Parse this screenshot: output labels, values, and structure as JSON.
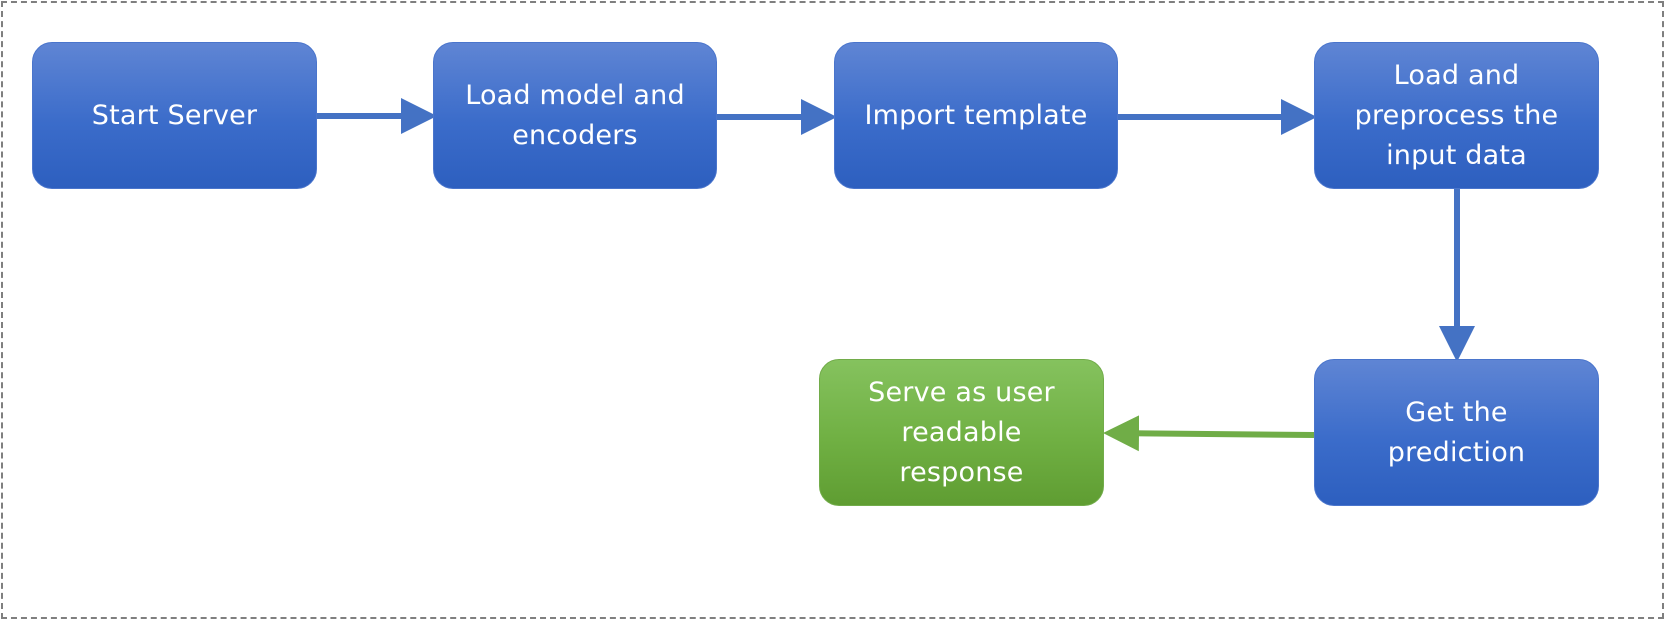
{
  "nodes": {
    "start_server": "Start Server",
    "load_model": "Load model and encoders",
    "import_template": "Import template",
    "load_preprocess": "Load and preprocess the input data",
    "get_prediction": "Get the prediction",
    "serve_response": "Serve as user readable response"
  },
  "colors": {
    "process_box": "#3b6cca",
    "output_box": "#70b043",
    "flow_arrow": "#4472c4",
    "output_arrow": "#70ad47",
    "frame_border": "#7f7f7f"
  }
}
